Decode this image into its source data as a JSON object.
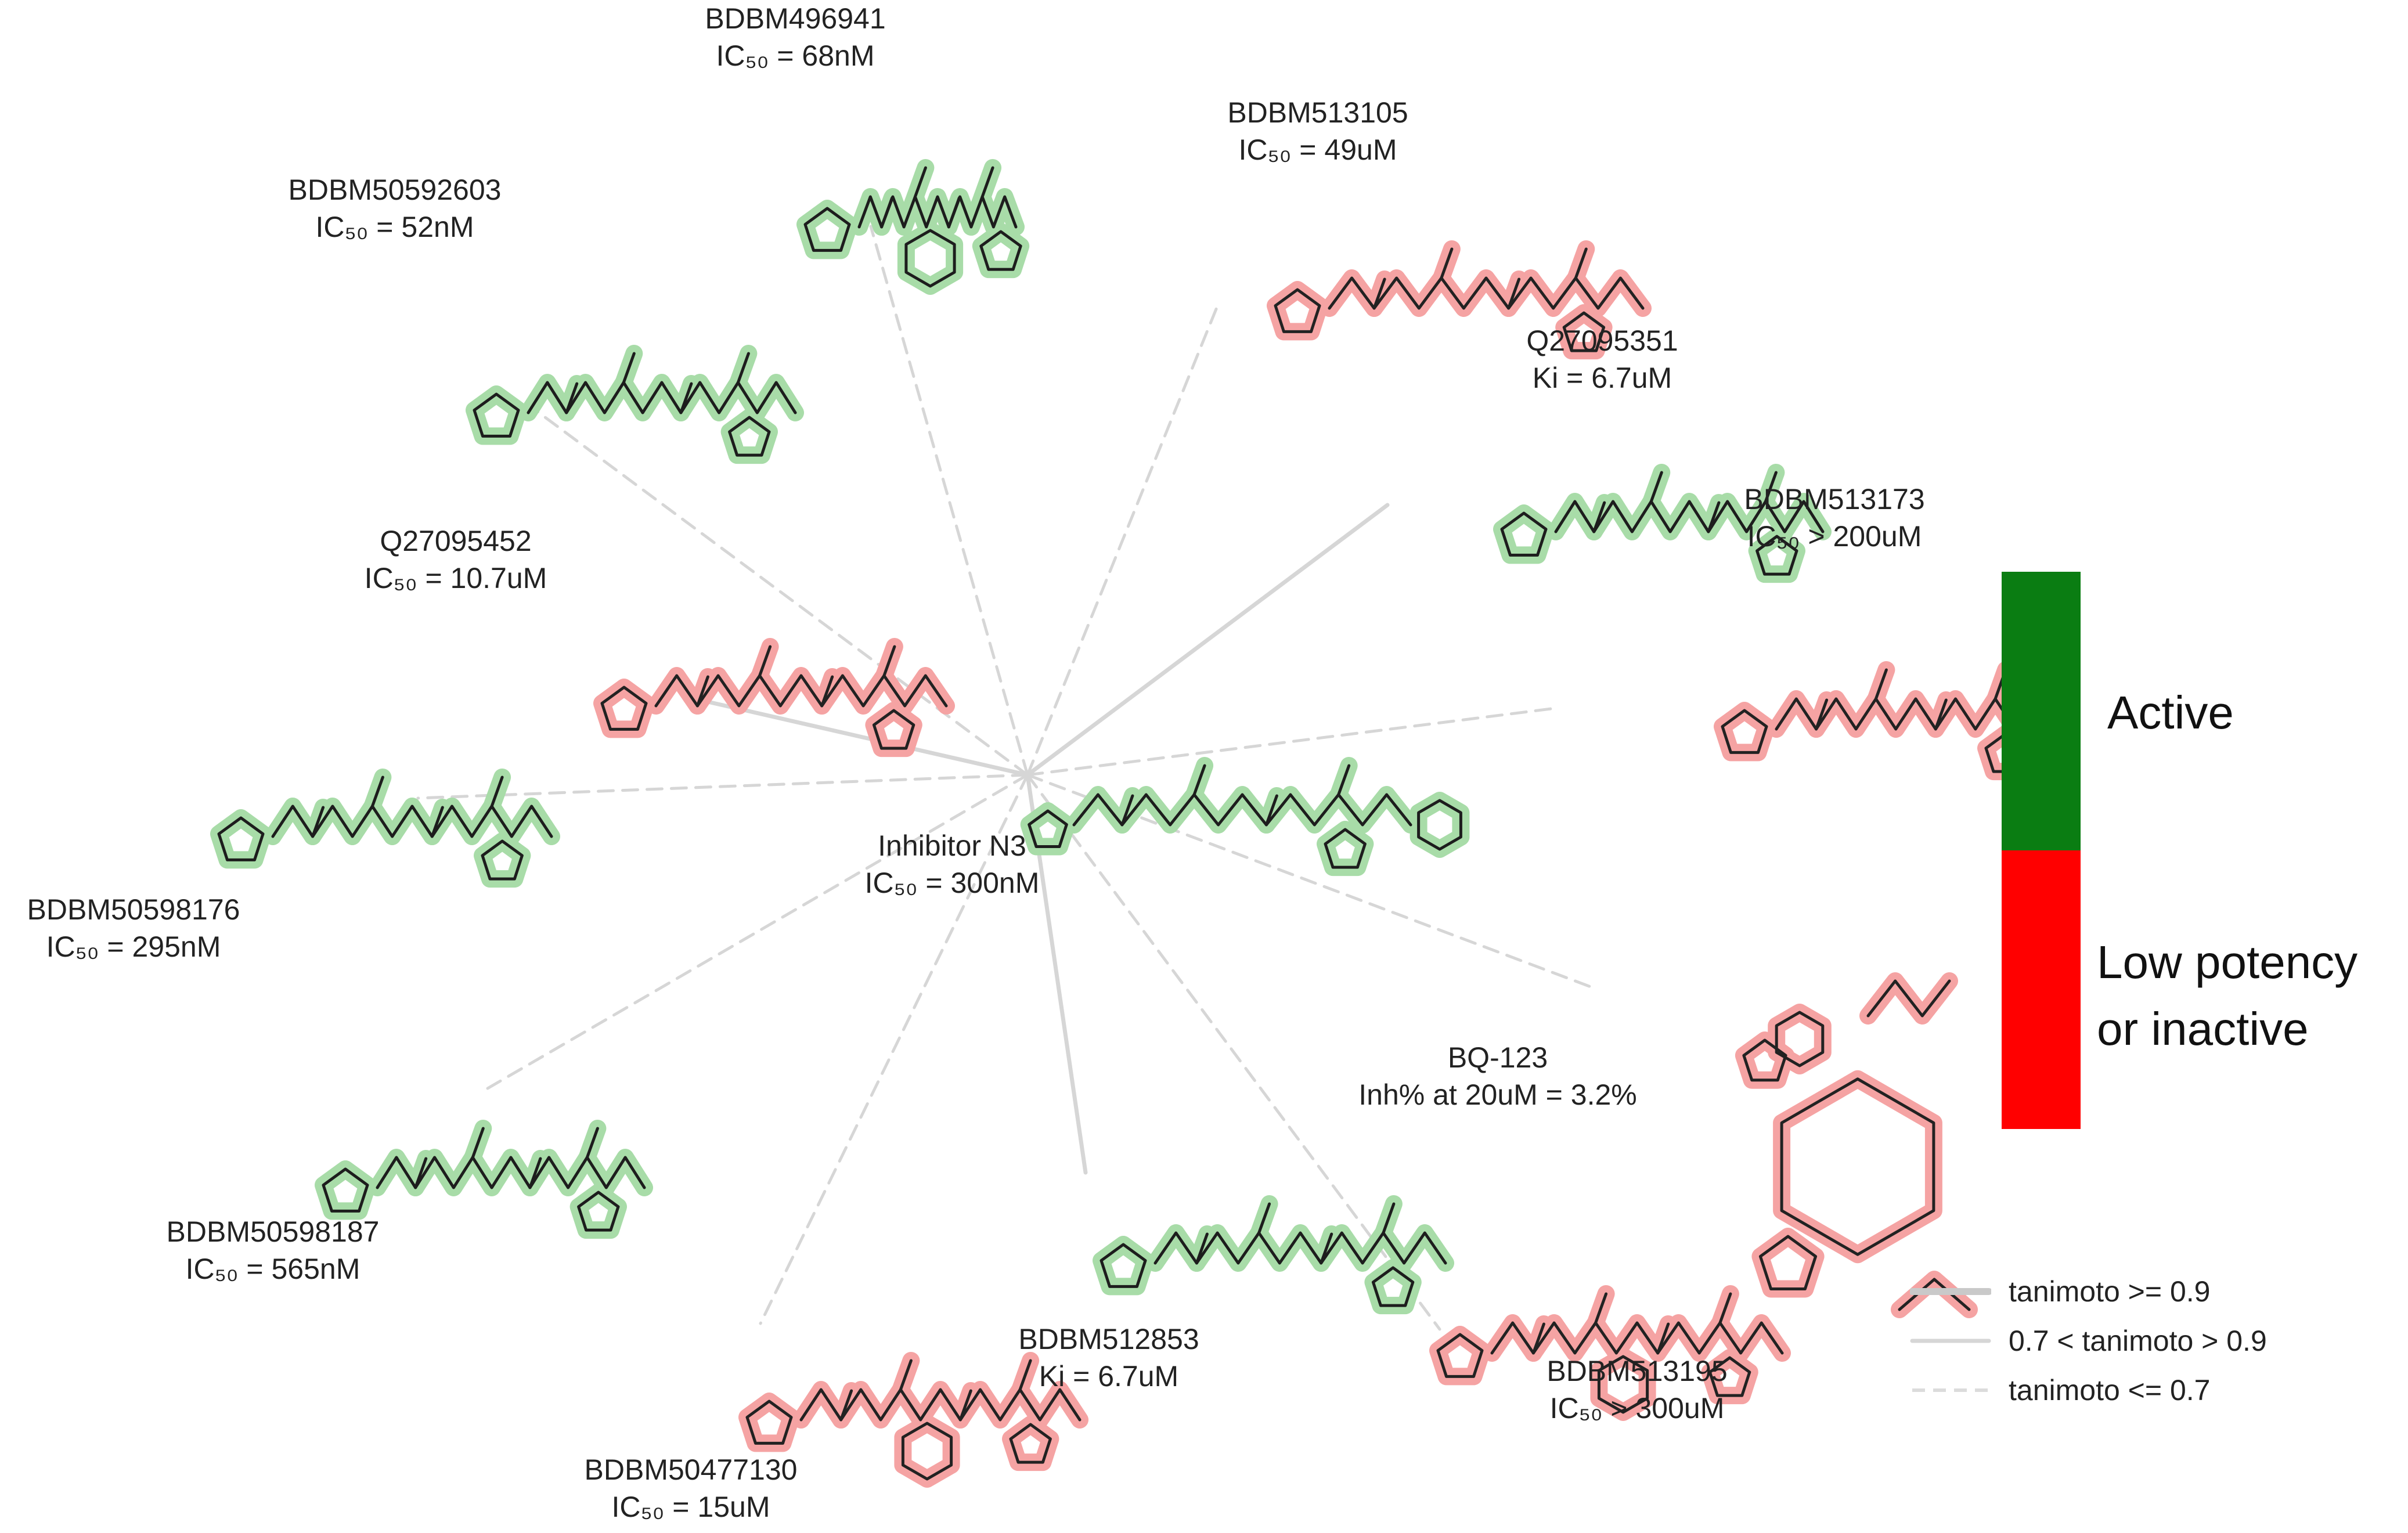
{
  "colors": {
    "active": "#0a7d12",
    "inactive": "#ff0000",
    "active_halo": "#a8dca8",
    "inactive_halo": "#f5a3a3",
    "edge": "#d6d6d6"
  },
  "center": {
    "name": "Inhibitor N3",
    "measure": "IC₅₀ = 300nM",
    "activity": "active"
  },
  "compounds": [
    {
      "id": "c1",
      "name": "BDBM496941",
      "measure": "IC₅₀ = 68nM",
      "activity": "active",
      "similarity": "tanimoto <= 0.7"
    },
    {
      "id": "c2",
      "name": "BDBM513105",
      "measure": "IC₅₀ = 49uM",
      "activity": "inactive",
      "similarity": "tanimoto <= 0.7"
    },
    {
      "id": "c3",
      "name": "BDBM50592603",
      "measure": "IC₅₀ = 52nM",
      "activity": "active",
      "similarity": "tanimoto <= 0.7"
    },
    {
      "id": "c4",
      "name": "Q27095351",
      "measure": "Ki = 6.7uM",
      "activity": "active",
      "similarity": "0.7 < tanimoto > 0.9"
    },
    {
      "id": "c5",
      "name": "Q27095452",
      "measure": "IC₅₀ = 10.7uM",
      "activity": "inactive",
      "similarity": "0.7 < tanimoto > 0.9"
    },
    {
      "id": "c6",
      "name": "BDBM513173",
      "measure": "IC₅₀ > 200uM",
      "activity": "inactive",
      "similarity": "tanimoto <= 0.7"
    },
    {
      "id": "c7",
      "name": "BDBM50598176",
      "measure": "IC₅₀ = 295nM",
      "activity": "active",
      "similarity": "tanimoto <= 0.7"
    },
    {
      "id": "c8",
      "name": "BQ-123",
      "measure": "Inh% at 20uM = 3.2%",
      "activity": "inactive",
      "similarity": "tanimoto <= 0.7"
    },
    {
      "id": "c9",
      "name": "BDBM50598187",
      "measure": "IC₅₀ = 565nM",
      "activity": "active",
      "similarity": "tanimoto <= 0.7"
    },
    {
      "id": "c10",
      "name": "BDBM512853",
      "measure": "Ki = 6.7uM",
      "activity": "active",
      "similarity": "0.7 < tanimoto > 0.9"
    },
    {
      "id": "c11",
      "name": "BDBM513195",
      "measure": "IC₅₀ > 300uM",
      "activity": "inactive",
      "similarity": "tanimoto <= 0.7"
    },
    {
      "id": "c12",
      "name": "BDBM50477130",
      "measure": "IC₅₀ = 15uM",
      "activity": "inactive",
      "similarity": "tanimoto <= 0.7"
    }
  ],
  "legend": {
    "active": "Active",
    "inactive_line1": "Low potency",
    "inactive_line2": "or inactive",
    "similarity": [
      "tanimoto >= 0.9",
      "0.7 < tanimoto > 0.9",
      "tanimoto <= 0.7"
    ]
  }
}
